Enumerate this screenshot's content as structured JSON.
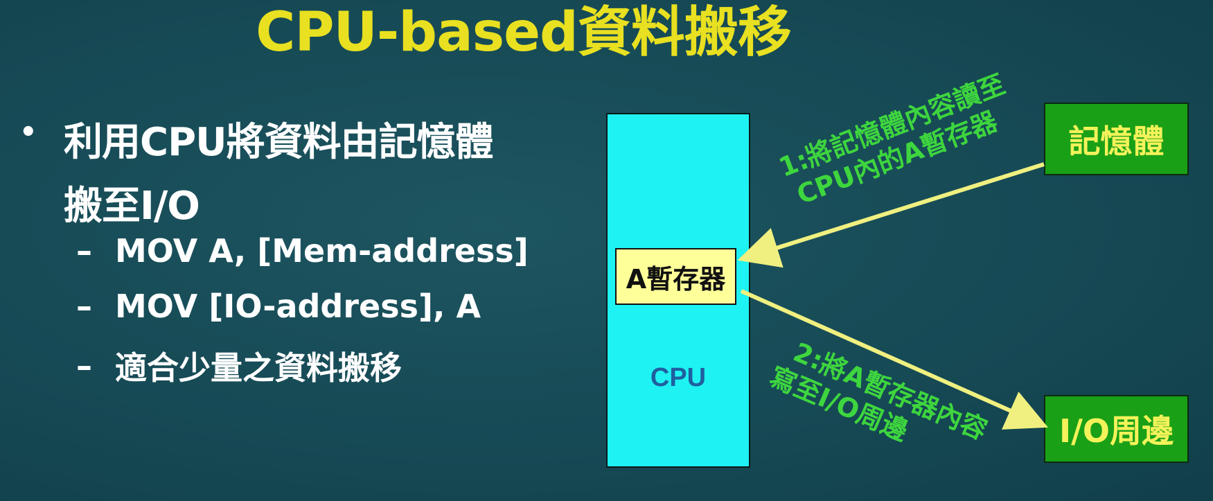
{
  "slide": {
    "title": "CPU-based資料搬移",
    "bullet": {
      "line1": "利用CPU將資料由記憶體",
      "line2": "搬至I/O"
    },
    "sub_items": [
      "MOV A, [Mem-address]",
      "MOV [IO-address], A",
      "適合少量之資料搬移"
    ],
    "dash": "–",
    "dot": "•"
  },
  "diagram": {
    "cpu_label": "CPU",
    "register_label": "A暫存器",
    "memory_label": "記憶體",
    "io_label": "I/O周邊",
    "step1": {
      "line1": "1:將記憶體內容讀至",
      "line2": "CPU內的A暫存器"
    },
    "step2": {
      "line1": "2:將A暫存器內容",
      "line2": "寫至I/O周邊"
    }
  },
  "colors": {
    "background": "#164a55",
    "title": "#e8e020",
    "cpu_fill": "#1ef2f2",
    "register_fill": "#ffff99",
    "device_fill": "#1aa016",
    "device_text": "#f4f25a",
    "arrow": "#f0f080",
    "annotation": "#3ed63e"
  }
}
